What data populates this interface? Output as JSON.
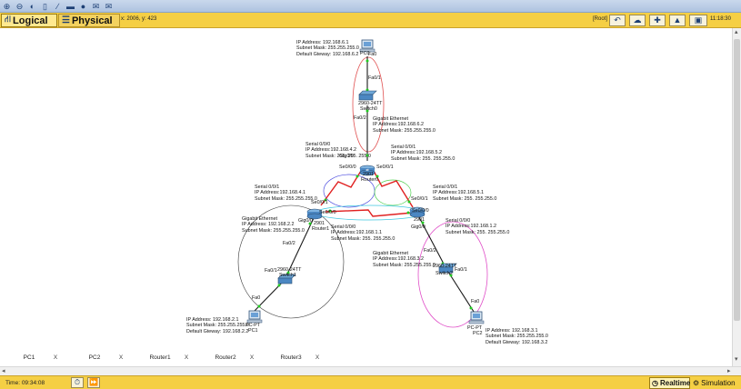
{
  "toolbar": {
    "icons": [
      "zoom-in-icon",
      "zoom-out-icon",
      "palette-icon",
      "rectangle-icon",
      "line-icon",
      "ellipse-icon",
      "freeform-icon",
      "simple-pdu-icon",
      "complex-pdu-icon"
    ]
  },
  "workspace_bar": {
    "logical_label": "Logical",
    "physical_label": "Physical",
    "coordinates": "x: 2006, y: 423",
    "root_label": "[Root]",
    "clock": "11:18:30"
  },
  "devices": {
    "pc0": {
      "label": "PC0",
      "port_label": "Fa0"
    },
    "switch0": {
      "model": "2960-24TT",
      "label": "Switch0"
    },
    "router0": {
      "model": "2901",
      "label": "Router0"
    },
    "router1": {
      "model": "2901",
      "label": "Router1"
    },
    "router2": {
      "model": "2901",
      "label": "Router2"
    },
    "switch1": {
      "model": "2960-24TT",
      "label": "Switch1"
    },
    "switch2": {
      "model": "2960-24TT",
      "label": "Switch2"
    },
    "pc1": {
      "model": "PC-PT",
      "label": "PC1"
    },
    "pc2": {
      "model": "PC-PT",
      "label": "PC2"
    }
  },
  "port_labels": {
    "sw0_up": "Fa0/1",
    "sw0_down": "Fa0/2",
    "r0_se000": "Se0/0/0",
    "r0_se001": "Se0/0/1",
    "r0_gig": "Gig0/0",
    "r1_se001": "Se0/0/1",
    "r1_se000": "Se0/0/0",
    "r1_gig": "Gig0/0",
    "r2_se001": "Se0/0/1",
    "r2_se000": "Se0/0/0",
    "r2_gig": "Gig0/0",
    "sw1_fa02": "Fa0/2",
    "sw1_fa01": "Fa0/1",
    "sw2_fa02": "Fa0/2",
    "sw2_fa01": "Fa0/1",
    "pc1_fa0": "Fa0",
    "pc2_fa0": "Fa0"
  },
  "notes": {
    "pc0": [
      "IP Address: 192.168.6.1",
      "Subnet Mask: 255.255.255.0",
      "Default Gteway: 192.168.6.2"
    ],
    "r0_gig": [
      "Gigabit Ethernet",
      "IP Address:192.168.6.2",
      "Subnet Mask: 255.255.255.0"
    ],
    "r0_serial_left": [
      "Serial 0/0/0",
      "IP Address:192.168.4.2",
      "Subnet Mask: 255. 255. 255.0"
    ],
    "r0_serial_right": [
      "Serial 0/0/1",
      "IP Address:192.168.5.2",
      "Subnet Mask: 255. 255.255.0"
    ],
    "r1_serial_001": [
      "Serial 0/0/1",
      "IP Address:192.168.4.1",
      "Subnet Mask: 255.255.255.0"
    ],
    "r1_gig": [
      "Gigabit Ethernet",
      "IP Address: 192.168.2.2",
      "Subnet Mask: 255.255.255.0"
    ],
    "r1_serial_000": [
      "Serial 0/0/0",
      "IP Address:192.168.1.1",
      "Subnet Mask: 255. 255.255.0"
    ],
    "r2_serial_001": [
      "Serial 0/0/1",
      "IP Address:192.168.5.1",
      "Subnet Mask: 255. 255.255.0"
    ],
    "r2_serial_000": [
      "Serial 0/0/0",
      "IP Address:192.168.1.2",
      "Subnet Mask: 255. 255.255.0"
    ],
    "r2_gig": [
      "Gigabit Ethernet",
      "IP Address:192.168.3.2",
      "Subnet Mask: 255.255.255.0"
    ],
    "pc1": [
      "IP Address: 192.168.2.1",
      "Subnet Mask: 255.255.255.0",
      "Default Gteway: 192.168.2.2"
    ],
    "pc2": [
      "IP Address: 192.168.3.1",
      "Subnet Mask: 255.255.255.0",
      "Default Gteway: 192.168.3.2"
    ]
  },
  "pdu_list": [
    {
      "name": "PC1",
      "close": "X"
    },
    {
      "name": "PC2",
      "close": "X"
    },
    {
      "name": "Router1",
      "close": "X"
    },
    {
      "name": "Router2",
      "close": "X"
    },
    {
      "name": "Router3",
      "close": "X"
    }
  ],
  "bottom_bar": {
    "time": "Time: 09:34:08",
    "realtime_label": "Realtime",
    "simulation_label": "Simulation"
  },
  "colors": {
    "serial_link": "#e02020",
    "ethernet_link": "#1a1a1a",
    "mode_bar": "#f5cf44",
    "toolbar": "#aec3e0",
    "link_ok_dot": "#22cc22"
  }
}
